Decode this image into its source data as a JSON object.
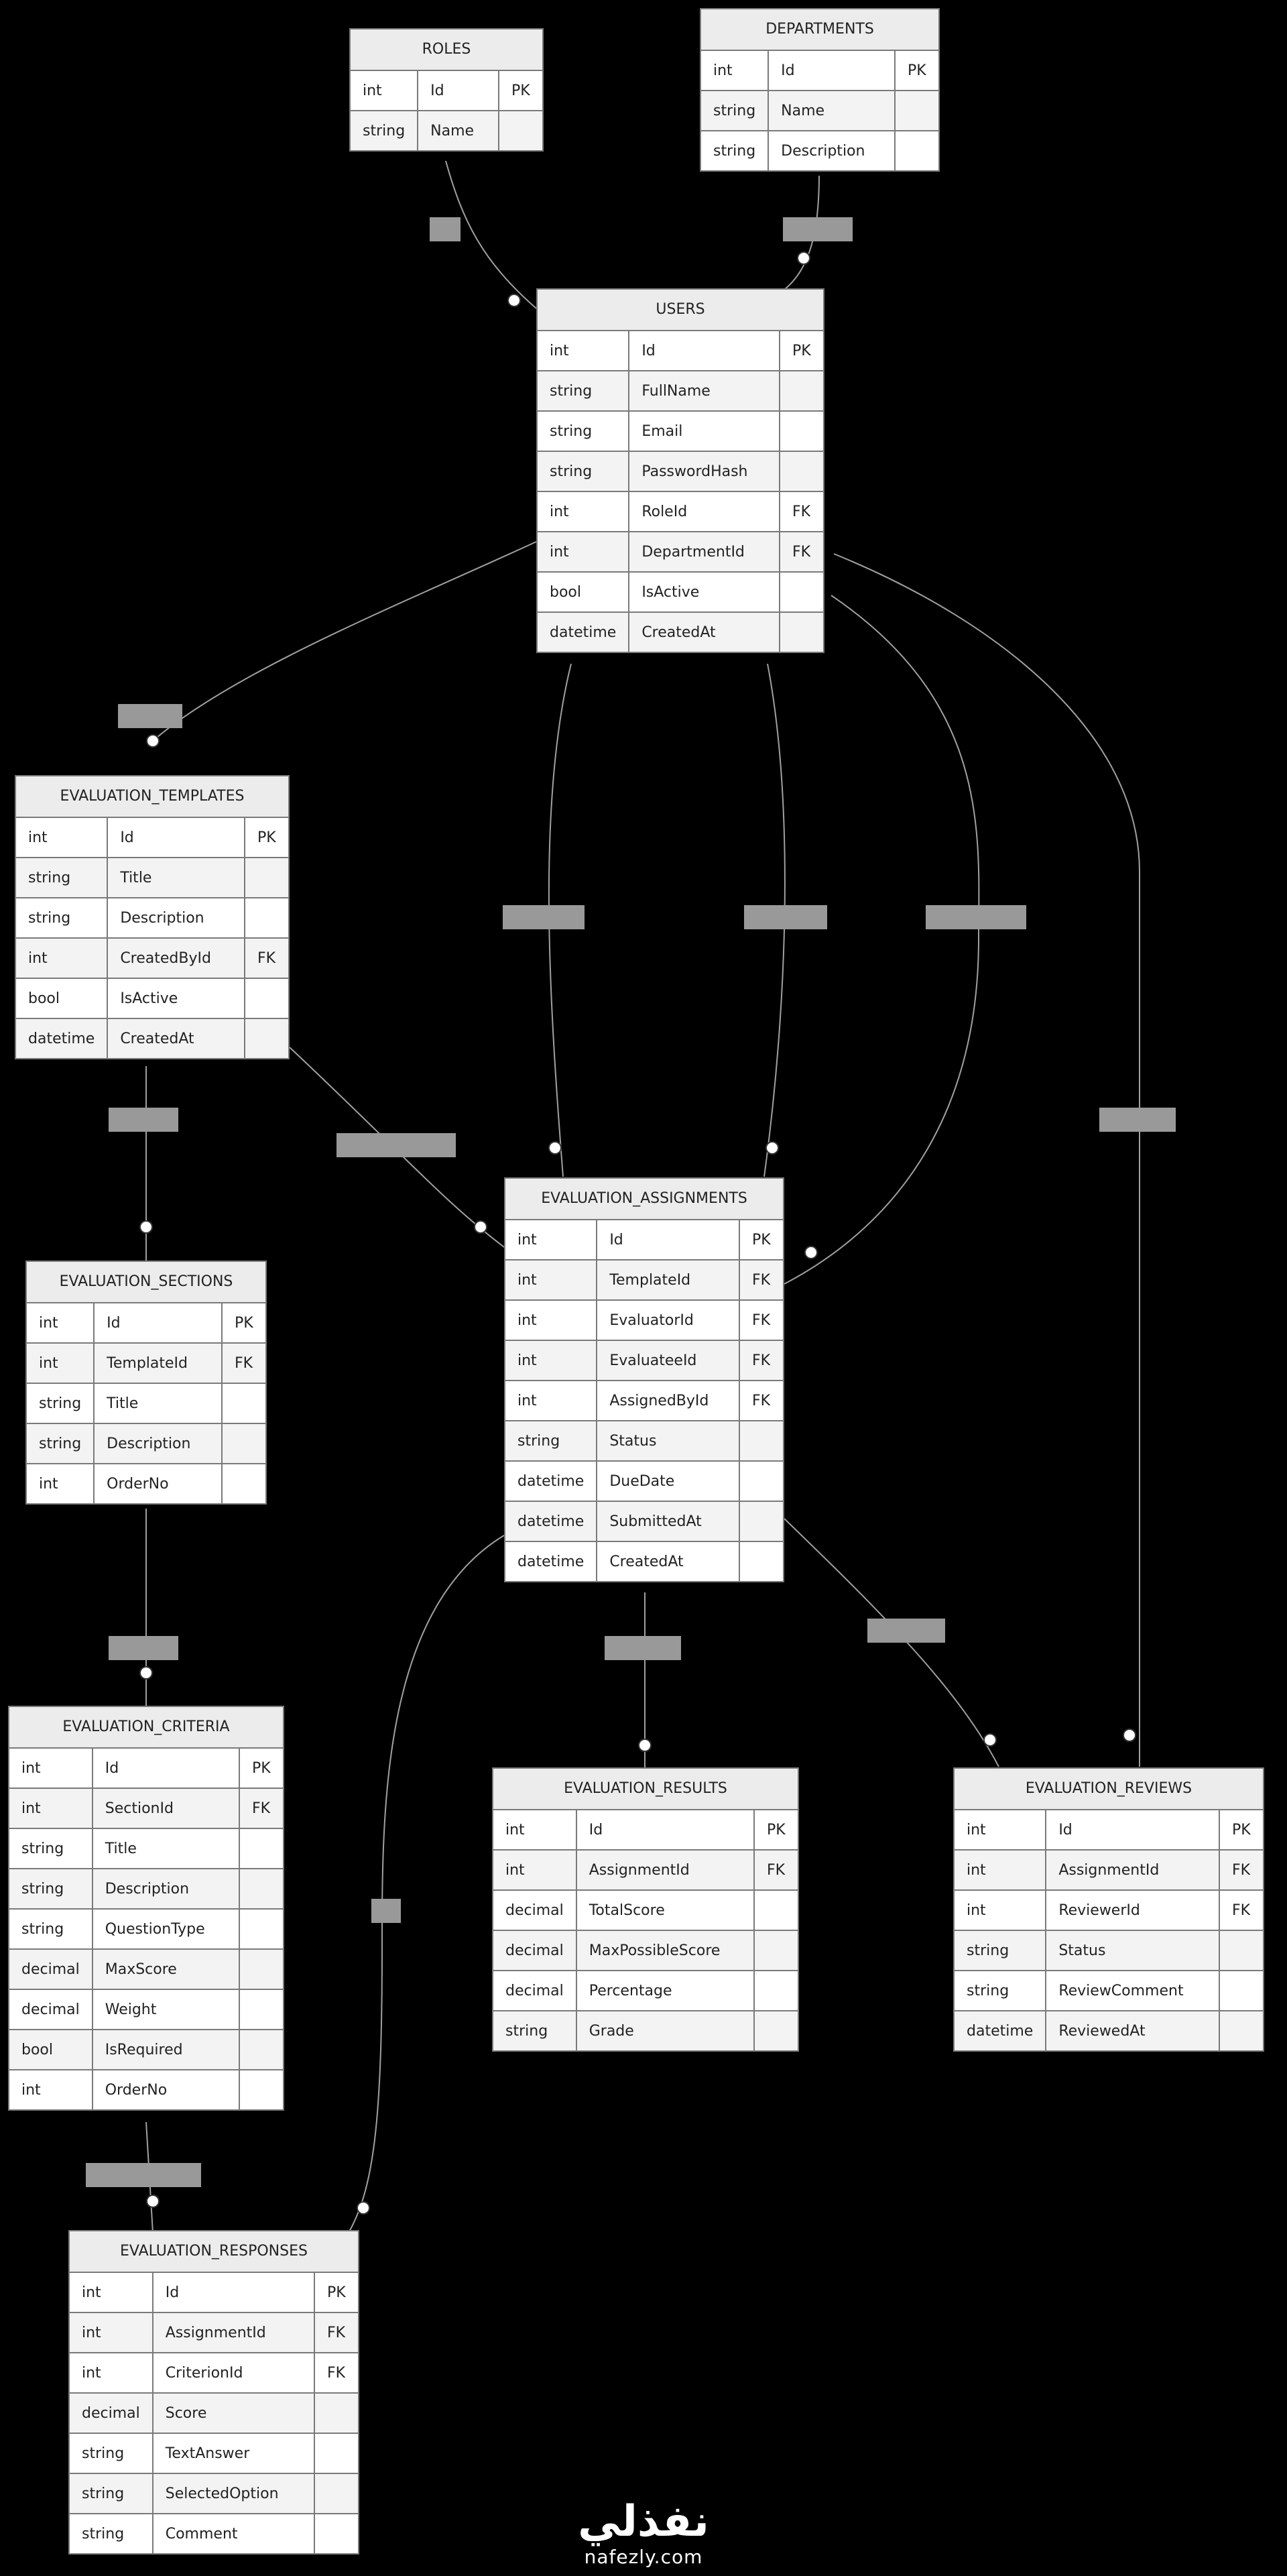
{
  "entities": {
    "roles": {
      "title": "ROLES",
      "rows": [
        [
          "int",
          "Id",
          "PK"
        ],
        [
          "string",
          "Name",
          ""
        ]
      ]
    },
    "departments": {
      "title": "DEPARTMENTS",
      "rows": [
        [
          "int",
          "Id",
          "PK"
        ],
        [
          "string",
          "Name",
          ""
        ],
        [
          "string",
          "Description",
          ""
        ]
      ]
    },
    "users": {
      "title": "USERS",
      "rows": [
        [
          "int",
          "Id",
          "PK"
        ],
        [
          "string",
          "FullName",
          ""
        ],
        [
          "string",
          "Email",
          ""
        ],
        [
          "string",
          "PasswordHash",
          ""
        ],
        [
          "int",
          "RoleId",
          "FK"
        ],
        [
          "int",
          "DepartmentId",
          "FK"
        ],
        [
          "bool",
          "IsActive",
          ""
        ],
        [
          "datetime",
          "CreatedAt",
          ""
        ]
      ]
    },
    "evaluation_templates": {
      "title": "EVALUATION_TEMPLATES",
      "rows": [
        [
          "int",
          "Id",
          "PK"
        ],
        [
          "string",
          "Title",
          ""
        ],
        [
          "string",
          "Description",
          ""
        ],
        [
          "int",
          "CreatedById",
          "FK"
        ],
        [
          "bool",
          "IsActive",
          ""
        ],
        [
          "datetime",
          "CreatedAt",
          ""
        ]
      ]
    },
    "evaluation_assignments": {
      "title": "EVALUATION_ASSIGNMENTS",
      "rows": [
        [
          "int",
          "Id",
          "PK"
        ],
        [
          "int",
          "TemplateId",
          "FK"
        ],
        [
          "int",
          "EvaluatorId",
          "FK"
        ],
        [
          "int",
          "EvaluateeId",
          "FK"
        ],
        [
          "int",
          "AssignedById",
          "FK"
        ],
        [
          "string",
          "Status",
          ""
        ],
        [
          "datetime",
          "DueDate",
          ""
        ],
        [
          "datetime",
          "SubmittedAt",
          ""
        ],
        [
          "datetime",
          "CreatedAt",
          ""
        ]
      ]
    },
    "evaluation_sections": {
      "title": "EVALUATION_SECTIONS",
      "rows": [
        [
          "int",
          "Id",
          "PK"
        ],
        [
          "int",
          "TemplateId",
          "FK"
        ],
        [
          "string",
          "Title",
          ""
        ],
        [
          "string",
          "Description",
          ""
        ],
        [
          "int",
          "OrderNo",
          ""
        ]
      ]
    },
    "evaluation_criteria": {
      "title": "EVALUATION_CRITERIA",
      "rows": [
        [
          "int",
          "Id",
          "PK"
        ],
        [
          "int",
          "SectionId",
          "FK"
        ],
        [
          "string",
          "Title",
          ""
        ],
        [
          "string",
          "Description",
          ""
        ],
        [
          "string",
          "QuestionType",
          ""
        ],
        [
          "decimal",
          "MaxScore",
          ""
        ],
        [
          "decimal",
          "Weight",
          ""
        ],
        [
          "bool",
          "IsRequired",
          ""
        ],
        [
          "int",
          "OrderNo",
          ""
        ]
      ]
    },
    "evaluation_results": {
      "title": "EVALUATION_RESULTS",
      "rows": [
        [
          "int",
          "Id",
          "PK"
        ],
        [
          "int",
          "AssignmentId",
          "FK"
        ],
        [
          "decimal",
          "TotalScore",
          ""
        ],
        [
          "decimal",
          "MaxPossibleScore",
          ""
        ],
        [
          "decimal",
          "Percentage",
          ""
        ],
        [
          "string",
          "Grade",
          ""
        ]
      ]
    },
    "evaluation_reviews": {
      "title": "EVALUATION_REVIEWS",
      "rows": [
        [
          "int",
          "Id",
          "PK"
        ],
        [
          "int",
          "AssignmentId",
          "FK"
        ],
        [
          "int",
          "ReviewerId",
          "FK"
        ],
        [
          "string",
          "Status",
          ""
        ],
        [
          "string",
          "ReviewComment",
          ""
        ],
        [
          "datetime",
          "ReviewedAt",
          ""
        ]
      ]
    },
    "evaluation_responses": {
      "title": "EVALUATION_RESPONSES",
      "rows": [
        [
          "int",
          "Id",
          "PK"
        ],
        [
          "int",
          "AssignmentId",
          "FK"
        ],
        [
          "int",
          "CriterionId",
          "FK"
        ],
        [
          "decimal",
          "Score",
          ""
        ],
        [
          "string",
          "TextAnswer",
          ""
        ],
        [
          "string",
          "SelectedOption",
          ""
        ],
        [
          "string",
          "Comment",
          ""
        ]
      ]
    }
  },
  "relationships": [
    {
      "from": "roles",
      "to": "users",
      "cardinality": "one-to-zero-or-many"
    },
    {
      "from": "departments",
      "to": "users",
      "cardinality": "one-to-zero-or-many"
    },
    {
      "from": "users",
      "to": "evaluation_templates",
      "cardinality": "one-to-zero-or-many"
    },
    {
      "from": "users",
      "to": "evaluation_assignments",
      "cardinality": "one-to-zero-or-many"
    },
    {
      "from": "users",
      "to": "evaluation_assignments",
      "cardinality": "one-to-zero-or-many"
    },
    {
      "from": "users",
      "to": "evaluation_assignments",
      "cardinality": "one-to-zero-or-many"
    },
    {
      "from": "users",
      "to": "evaluation_reviews",
      "cardinality": "one-to-zero-or-many"
    },
    {
      "from": "evaluation_templates",
      "to": "evaluation_sections",
      "cardinality": "one-to-zero-or-many"
    },
    {
      "from": "evaluation_templates",
      "to": "evaluation_assignments",
      "cardinality": "one-to-zero-or-many"
    },
    {
      "from": "evaluation_sections",
      "to": "evaluation_criteria",
      "cardinality": "one-to-zero-or-many"
    },
    {
      "from": "evaluation_criteria",
      "to": "evaluation_responses",
      "cardinality": "one-to-zero-or-many"
    },
    {
      "from": "evaluation_assignments",
      "to": "evaluation_results",
      "cardinality": "one-to-zero-or-one"
    },
    {
      "from": "evaluation_assignments",
      "to": "evaluation_reviews",
      "cardinality": "one-to-zero-or-many"
    },
    {
      "from": "evaluation_assignments",
      "to": "evaluation_responses",
      "cardinality": "one-to-zero-or-many"
    }
  ],
  "watermark": {
    "logo": "نفذلي",
    "url": "nafezly.com"
  },
  "colors": {
    "background": "#000000",
    "entity_border": "#7a7a7a",
    "header_fill": "#ececec",
    "line": "#9a9a9a",
    "label_box": "#999999"
  }
}
